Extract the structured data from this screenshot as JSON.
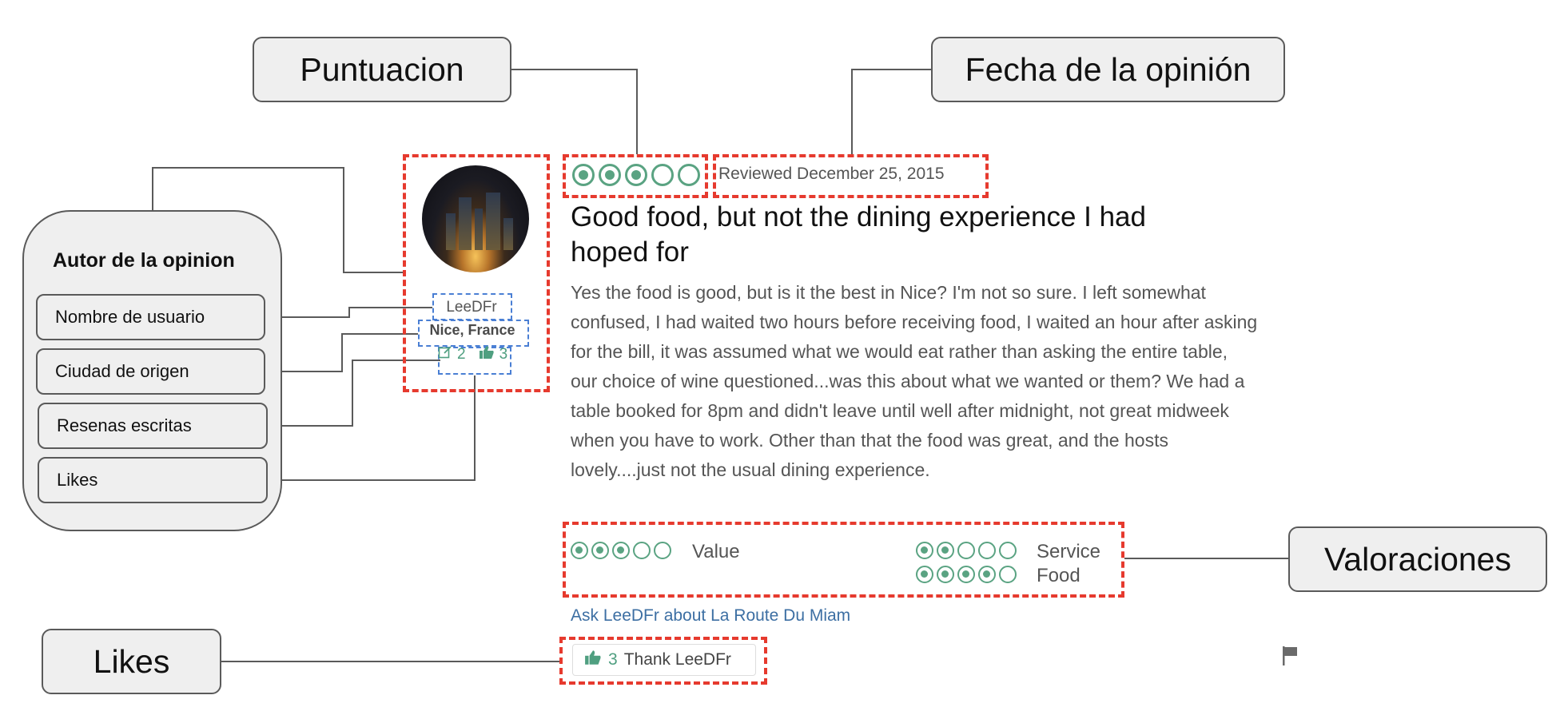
{
  "callouts": {
    "puntuacion": "Puntuacion",
    "fecha": "Fecha de la opinión",
    "valoraciones": "Valoraciones",
    "likes": "Likes"
  },
  "author_group": {
    "title": "Autor de la opinion",
    "fields": [
      "Nombre de usuario",
      "Ciudad de origen",
      "Resenas escritas",
      "Likes"
    ]
  },
  "reviewer": {
    "username": "LeeDFr",
    "city": "Nice, France",
    "reviews_count": "2",
    "likes_count": "3"
  },
  "review": {
    "rating_bubbles": 3,
    "rating_max": 5,
    "date": "Reviewed December 25, 2015",
    "title": "Good food, but not the dining experience I had hoped for",
    "body": "Yes the food is good, but is it the best in Nice? I'm not so sure. I left somewhat confused, I had waited two hours before receiving food, I waited an hour after asking for the bill, it was assumed what we would eat rather than asking the entire table, our choice of wine questioned...was this about what we wanted or them? We had a table booked for 8pm and didn't leave until well after midnight, not great midweek when you have to work. Other than that the food was great, and the hosts lovely....just not the usual dining experience.",
    "sub_ratings": [
      {
        "label": "Value",
        "score": 3
      },
      {
        "label": "Service",
        "score": 2
      },
      {
        "label": "Food",
        "score": 4
      }
    ],
    "ask_link": "Ask LeeDFr about La Route Du Miam",
    "thank_count": "3",
    "thank_label": "Thank LeeDFr"
  },
  "colors": {
    "highlight_red": "#e63a2e",
    "highlight_blue": "#4a7fd4",
    "bubble_green": "#5aa382",
    "link_blue": "#3d6fa3"
  },
  "icons": [
    "edit-icon",
    "thumbs-up-icon",
    "flag-icon"
  ]
}
